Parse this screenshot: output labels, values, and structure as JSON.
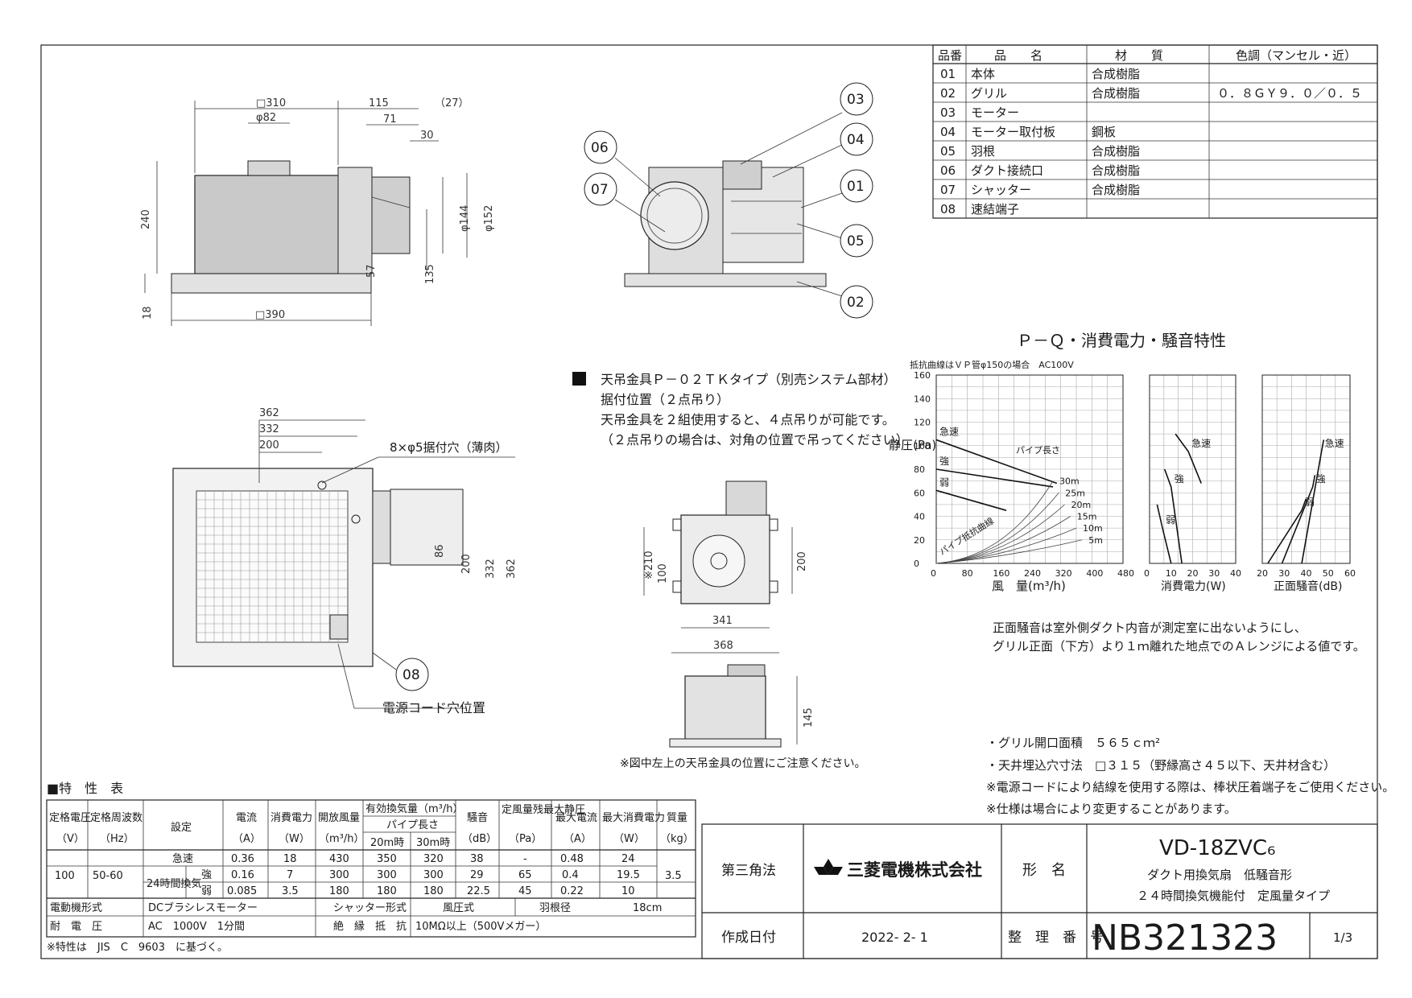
{
  "parts_table": {
    "headers": [
      "品番",
      "品　　名",
      "材　　質",
      "色調（マンセル・近）"
    ],
    "rows": [
      [
        "01",
        "本体",
        "合成樹脂",
        ""
      ],
      [
        "02",
        "グリル",
        "合成樹脂",
        "０．８ＧＹ９．０／０．５"
      ],
      [
        "03",
        "モーター",
        "",
        ""
      ],
      [
        "04",
        "モーター取付板",
        "鋼板",
        ""
      ],
      [
        "05",
        "羽根",
        "合成樹脂",
        ""
      ],
      [
        "06",
        "ダクト接続口",
        "合成樹脂",
        ""
      ],
      [
        "07",
        "シャッター",
        "合成樹脂",
        ""
      ],
      [
        "08",
        "速結端子",
        "",
        ""
      ]
    ]
  },
  "dims": {
    "top": [
      "□310",
      "115",
      "（27）",
      "φ82",
      "71",
      "30",
      "240",
      "φ144",
      "φ152",
      "57",
      "135",
      "18",
      "□390"
    ],
    "plan": [
      "362",
      "332",
      "200",
      "8×φ5据付穴（薄肉）",
      "86",
      "200",
      "332",
      "362"
    ],
    "hanger": [
      "※210",
      "100",
      "200",
      "341",
      "368",
      "145"
    ]
  },
  "callouts": [
    "03",
    "04",
    "01",
    "05",
    "02",
    "06",
    "07",
    "08"
  ],
  "power_hole_label": "電源コード穴位置",
  "hanger_note": {
    "line1": "天吊金具Ｐ－０２ＴＫタイプ（別売システム部材）",
    "line2": "据付位置（２点吊り）",
    "line3": "天吊金具を２組使用すると、４点吊りが可能です。",
    "line4": "（２点吊りの場合は、対角の位置で吊ってください）"
  },
  "hanger_footnote": "※図中左上の天吊金具の位置にご注意ください。",
  "chart_data": [
    {
      "type": "line",
      "title": "Ｐ－Ｑ・消費電力・騒音特性",
      "subtitle": "抵抗曲線はＶＰ管φ150の場合　AC100V",
      "xlabel": "風　量(m³/h)",
      "ylabel": "静圧(Pa)",
      "xticks": [
        "0",
        "80",
        "160",
        "240",
        "320",
        "400",
        "480"
      ],
      "yticks": [
        "0",
        "20",
        "40",
        "60",
        "80",
        "100",
        "120",
        "140",
        "160"
      ],
      "xlim": [
        0,
        480
      ],
      "ylim": [
        0,
        160
      ],
      "series": [
        {
          "name": "急速",
          "x": [
            0,
            310
          ],
          "y": [
            105,
            68
          ]
        },
        {
          "name": "強",
          "x": [
            0,
            300
          ],
          "y": [
            80,
            65
          ]
        },
        {
          "name": "弱",
          "x": [
            0,
            180
          ],
          "y": [
            62,
            45
          ]
        }
      ],
      "resistance_label": "パイプ長さ",
      "resistance_curves": [
        "30m",
        "25m",
        "20m",
        "15m",
        "10m",
        "5m"
      ],
      "resistance_name": "パイプ抵抗曲線"
    },
    {
      "type": "line",
      "xlabel": "消費電力(W)",
      "xticks": [
        "0",
        "10",
        "20",
        "30",
        "40"
      ],
      "xlim": [
        0,
        40
      ],
      "ylim": [
        0,
        160
      ],
      "series": [
        {
          "name": "急速",
          "x": [
            12,
            18,
            24
          ],
          "y": [
            110,
            95,
            68
          ]
        },
        {
          "name": "強",
          "x": [
            7,
            10,
            15
          ],
          "y": [
            80,
            65,
            0
          ]
        },
        {
          "name": "弱",
          "x": [
            3.5,
            6,
            10
          ],
          "y": [
            50,
            30,
            0
          ]
        }
      ]
    },
    {
      "type": "line",
      "xlabel": "正面騒音(dB)",
      "xticks": [
        "20",
        "30",
        "40",
        "50",
        "60"
      ],
      "xlim": [
        20,
        60
      ],
      "ylim": [
        0,
        160
      ],
      "series": [
        {
          "name": "急速",
          "x": [
            38,
            47,
            48
          ],
          "y": [
            0,
            95,
            105
          ]
        },
        {
          "name": "強",
          "x": [
            29,
            43,
            44
          ],
          "y": [
            0,
            65,
            75
          ]
        },
        {
          "name": "弱",
          "x": [
            22.5,
            38,
            40
          ],
          "y": [
            0,
            45,
            55
          ]
        }
      ]
    }
  ],
  "noise_note": {
    "line1": "正面騒音は室外側ダクト内音が測定室に出ないようにし、",
    "line2": "グリル正面（下方）より１ｍ離れた地点でのＡレンジによる値です。"
  },
  "notes": [
    "・グリル開口面積　５６５ｃｍ²",
    "・天井埋込穴寸法　□３１５（野縁高さ４５以下、天井材含む）",
    "※電源コードにより結線を使用する際は、棒状圧着端子をご使用ください。",
    "※仕様は場合により変更することがあります。"
  ],
  "spec_title": "■特　性　表",
  "spec": {
    "h_voltage": "定格電圧",
    "h_voltage_u": "（V）",
    "h_freq": "定格周波数",
    "h_freq_u": "（Hz）",
    "h_setting": "設定",
    "h_current": "電流",
    "h_current_u": "（A）",
    "h_power": "消費電力",
    "h_power_u": "（W）",
    "h_open": "開放風量",
    "h_open_u": "（m³/h）",
    "h_eff": "有効換気量（m³/h）",
    "h_pipe": "パイプ長さ",
    "h_20": "20m時",
    "h_30": "30m時",
    "h_noise": "騒音",
    "h_noise_u": "（dB）",
    "h_static": "定風量残最大静圧",
    "h_static_u": "（Pa）",
    "h_maxa": "最大電流",
    "h_maxa_u": "（A）",
    "h_maxw": "最大消費電力",
    "h_maxw_u": "（W）",
    "h_mass": "質量",
    "h_mass_u": "（kg）",
    "voltage": "100",
    "freq": "50-60",
    "mass": "3.5",
    "group24": "24時間換気",
    "rows": [
      {
        "mode": "急速",
        "current": "0.36",
        "power": "18",
        "open": "430",
        "m20": "350",
        "m30": "320",
        "noise": "38",
        "static": "-",
        "maxa": "0.48",
        "maxw": "24"
      },
      {
        "mode": "強",
        "current": "0.16",
        "power": "7",
        "open": "300",
        "m20": "300",
        "m30": "300",
        "noise": "29",
        "static": "65",
        "maxa": "0.4",
        "maxw": "19.5"
      },
      {
        "mode": "弱",
        "current": "0.085",
        "power": "3.5",
        "open": "180",
        "m20": "180",
        "m30": "180",
        "noise": "22.5",
        "static": "45",
        "maxa": "0.22",
        "maxw": "10"
      }
    ],
    "motor_label": "電動機形式",
    "motor": "DCブラシレスモーター",
    "shutter_label": "シャッター形式",
    "shutter": "風圧式",
    "blade_label": "羽根径",
    "blade": "18cm",
    "withstand_label": "耐　電　圧",
    "withstand": "AC　1000V　1分間",
    "insulation_label": "絶　縁　抵　抗",
    "insulation": "10MΩ以上（500Vメガー）",
    "footnote": "※特性は　JIS　C　9603　に基づく。"
  },
  "title_block": {
    "projection": "第三角法",
    "company": "三菱電機株式会社",
    "model_label": "形　名",
    "model": "VD-18ZVC₆",
    "desc1": "ダクト用換気扇　低騒音形",
    "desc2": "２４時間換気機能付　定風量タイプ",
    "date_label": "作成日付",
    "date": "2022- 2- 1",
    "number_label": "整　理　番　号",
    "number": "NB321323",
    "page": "1/3"
  }
}
